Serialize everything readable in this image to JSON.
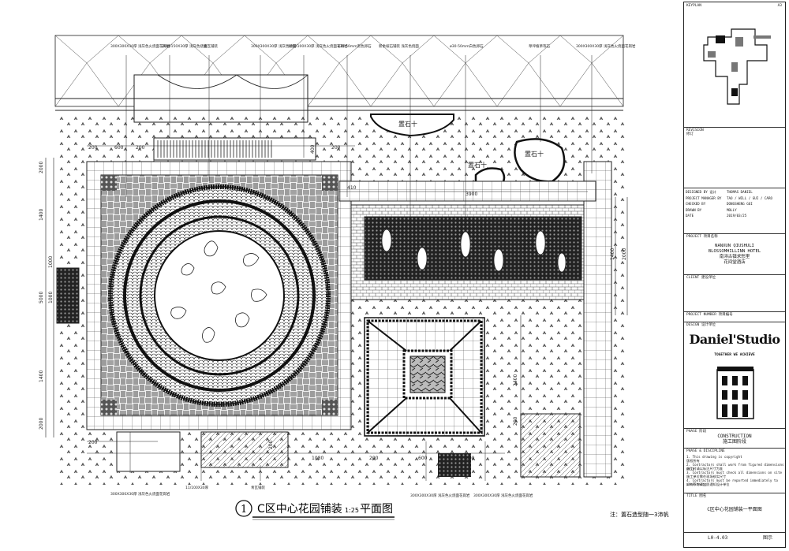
{
  "drawing": {
    "title_number": "1",
    "title": "C区中心花园铺装",
    "title_scale": "1:25",
    "title_suffix": "平面图",
    "note": "注：置石造型随一3沛帆",
    "stone_labels": [
      "置石十",
      "置石十",
      "置石十"
    ],
    "dimensions": {
      "left": [
        "2000",
        "1400",
        "5000",
        "1400",
        "2000"
      ],
      "left_inner": [
        "1000",
        "1000"
      ],
      "right": [
        "1400",
        "2000"
      ],
      "top": [
        "200",
        "600",
        "200",
        "200",
        "400",
        "410",
        "3900"
      ],
      "bottom": [
        "200",
        "200",
        "1080",
        "200",
        "600",
        "200"
      ],
      "middle": [
        "2400",
        "200"
      ]
    },
    "callouts_top": [
      "300X300X30厚 浅灰色火烧面花岗岩",
      "200X150X30厚 浅灰色烧面",
      "青瓦铺装",
      "300X300X30厚 浅灰色烧面",
      "100X100X30厚 浅灰色火烧面花岗岩",
      "ø30-50mm黑色卵石",
      "新余坡石铺装 浅灰色烧面",
      "ø30-50mm白色卵石",
      "草坪植草等石",
      "300X300X30厚 浅灰色火烧面花岗岩"
    ],
    "callouts_bottom": [
      "300X300X30厚 浅灰色火烧面花岗岩",
      "11/100X30厚",
      "青瓦铺装",
      "300X300X30厚 浅灰色火烧面花岗岩",
      "300X300X30厚 浅灰色火烧面花岗岩"
    ]
  },
  "titleblock": {
    "keyplan_label": "KEYPLAN",
    "keyplan_code": "A3",
    "revision_label": "REVISION",
    "revision_cn": "修订",
    "rows": [
      {
        "k": "DESIGNED BY 设计",
        "v": "THOMAS DANIEL"
      },
      {
        "k": "PROJECT MANAGER BY",
        "v": "TAO / WILL / GUI / CARO"
      },
      {
        "k": "CHECKED BY",
        "v": "DONGSHENG GUI"
      },
      {
        "k": "DRAWN BY",
        "v": "MOLLY"
      },
      {
        "k": "DATE",
        "v": "2019/03/25"
      }
    ],
    "project_label": "PROJECT 项目名称",
    "project_en_1": "NANXUN QIUSHULI",
    "project_en_2": "BLOSSOMHILLINN HOTEL",
    "project_cn_1": "南浔古镇求愁里",
    "project_cn_2": "花间堂酒店",
    "client_label": "CLIENT 建设单位",
    "project_number_label": "PROJECT NUMBER 项目编号",
    "design_label": "DESIGN 设计单位",
    "studio_name": "Daniel'Studio",
    "studio_tagline": "TOGETHER WE ACHIEVE",
    "phase_label": "PHASE 阶段",
    "phase_en": "CONSTRUCTION",
    "phase_cn": "施工图阶段",
    "disclaimer_label": "PHASE & DISCIPLINE",
    "disclaimer_lines": [
      "1. This drawing is copyright",
      "   版权所有",
      "2. Contractors shall work from figured dimensions only",
      "   施工时请以标注尺寸为准",
      "3. Contractors must check all dimensions on site",
      "   施工单位需在现场核实尺寸",
      "4. Contractors must be reported immediately to architects",
      "   如有不符请立即通知设计单位"
    ],
    "title_label": "TITLE 图名",
    "sheet_title": "C区中心花园铺装一平面图",
    "drawing_no": "L0-4.03",
    "sheet_label": "图示"
  }
}
